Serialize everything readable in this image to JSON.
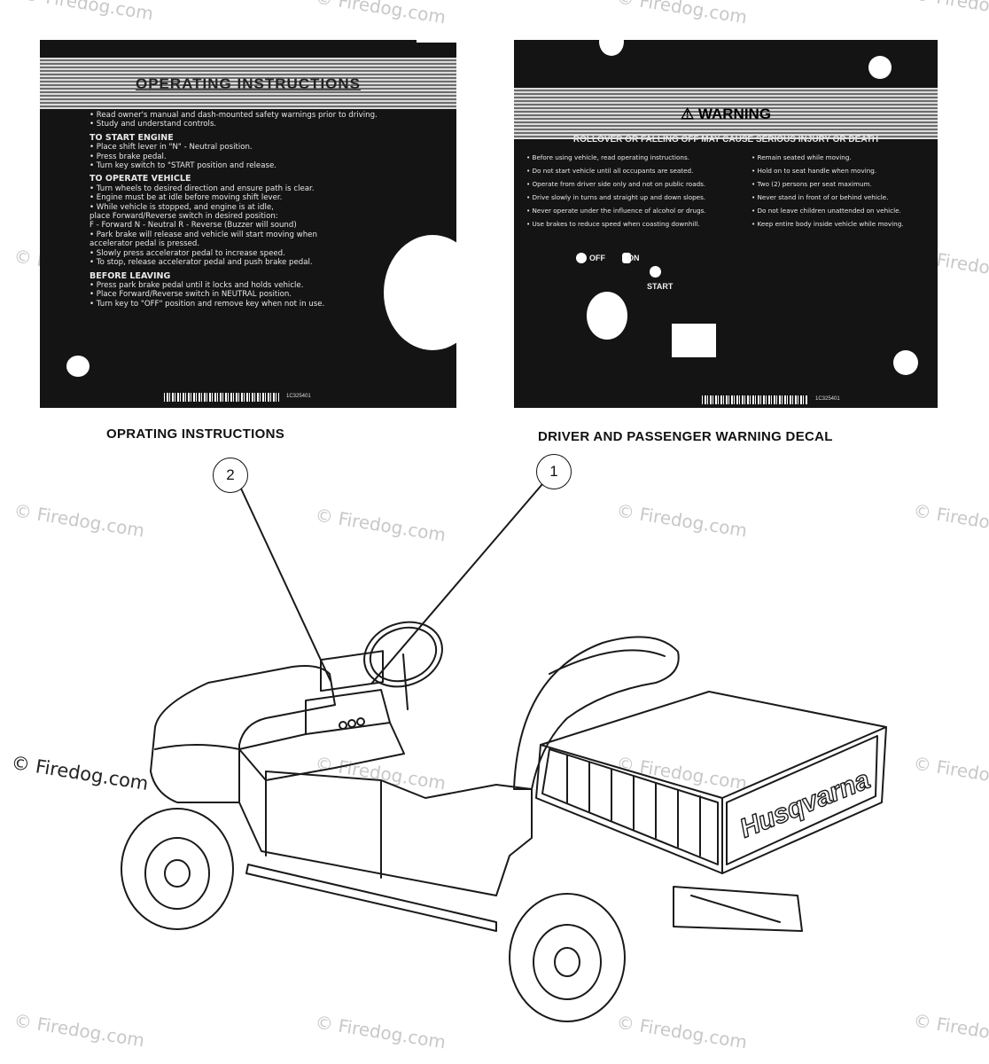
{
  "watermark": "© Firedog.com",
  "operating_decal": {
    "title": "OPERATING INSTRUCTIONS",
    "intro": [
      "• Read owner's manual and dash-mounted safety warnings prior to driving.",
      "• Study and understand controls."
    ],
    "start_heading": "TO START ENGINE",
    "start_lines": [
      "• Place shift lever in \"N\" - Neutral position.",
      "• Press brake pedal.",
      "• Turn key switch to \"START position and release."
    ],
    "operate_heading": "TO OPERATE VEHICLE",
    "operate_lines": [
      "• Turn wheels to desired direction and ensure path is clear.",
      "• Engine must be at idle before moving shift lever.",
      "• While vehicle is stopped, and engine is at idle,",
      "   place Forward/Reverse switch in desired position:",
      "      F - Forward     N - Neutral     R - Reverse (Buzzer will sound)",
      "• Park brake will release and vehicle will start moving when",
      "   accelerator pedal is pressed.",
      "• Slowly press accelerator pedal to increase speed.",
      "• To stop, release accelerator pedal and push brake pedal."
    ],
    "leave_heading": "BEFORE LEAVING",
    "leave_lines": [
      "• Press park brake pedal until it locks and holds vehicle.",
      "• Place Forward/Reverse switch in NEUTRAL position.",
      "• Turn key to \"OFF\" position and remove key when not in use."
    ],
    "code": "1C325401"
  },
  "warning_decal": {
    "title": "⚠ WARNING",
    "subtitle": "ROLLOVER OR FALLING OFF MAY CAUSE SERIOUS INJURY OR DEATH",
    "left_lines": [
      "• Before using vehicle, read operating instructions.",
      "• Do not start vehicle until all occupants are seated.",
      "• Operate from driver side only and not on public roads.",
      "• Drive slowly in turns and straight up and down slopes.",
      "• Never operate under the influence of alcohol or drugs.",
      "• Use brakes to reduce speed when coasting downhill."
    ],
    "right_lines": [
      "• Remain seated while moving.",
      "• Hold on to seat handle when moving.",
      "• Two (2) persons per seat maximum.",
      "• Never stand in front of or behind vehicle.",
      "• Do not leave children unattended on vehicle.",
      "• Keep entire body inside vehicle while moving."
    ],
    "off_label": "OFF",
    "on_label": "ON",
    "start_label": "START",
    "code": "1C325401"
  },
  "captions": {
    "left": "OPRATING INSTRUCTIONS",
    "right": "DRIVER AND PASSENGER WARNING DECAL"
  },
  "callouts": {
    "one": "1",
    "two": "2"
  },
  "vehicle_brand": "Husqvarna"
}
